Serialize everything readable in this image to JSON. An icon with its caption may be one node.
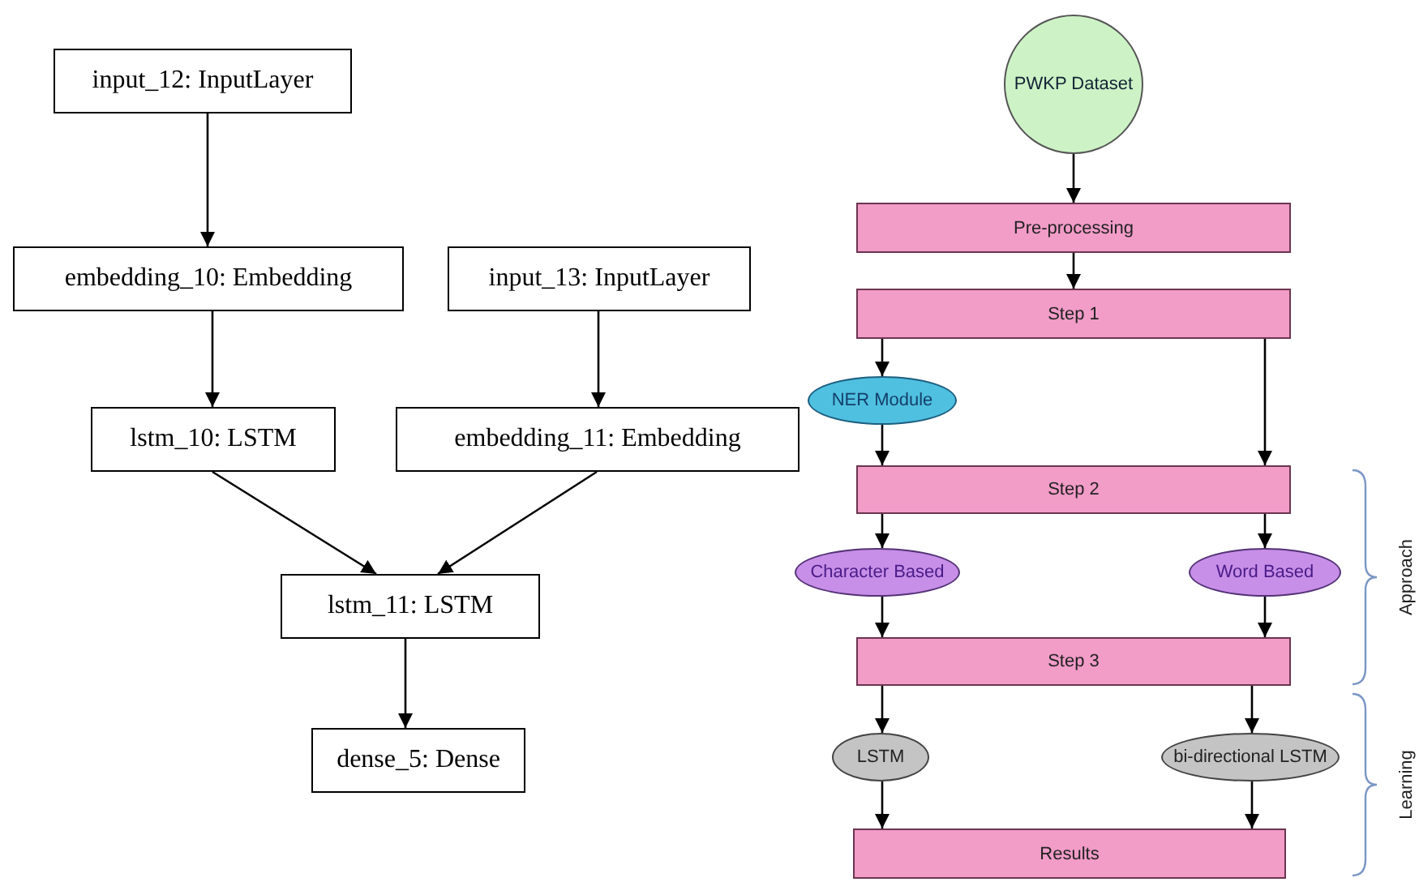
{
  "diagram": {
    "nodes": [
      {
        "text": [
          "input_12: InputLayer"
        ]
      },
      {
        "text": [
          "embedding_10: Embedding"
        ]
      },
      {
        "text": [
          "input_13: InputLayer"
        ]
      },
      {
        "text": [
          "lstm_10: LSTM"
        ]
      },
      {
        "text": [
          "embedding_11: Embedding"
        ]
      },
      {
        "text": [
          "lstm_11: LSTM"
        ]
      },
      {
        "text": [
          "dense_5: Dense"
        ]
      },
      {
        "text": [
          "PWKP Dataset"
        ]
      },
      {
        "text": [
          "Pre-processing"
        ]
      },
      {
        "text": [
          "Step 1"
        ]
      },
      {
        "text": [
          "NER Module"
        ]
      },
      {
        "text": [
          "Step 2"
        ]
      },
      {
        "text": [
          "Character Based"
        ]
      },
      {
        "text": [
          "Word Based"
        ]
      },
      {
        "text": [
          "Step 3"
        ]
      },
      {
        "text": [
          "LSTM"
        ]
      },
      {
        "text": [
          "bi-directional LSTM"
        ]
      },
      {
        "text": [
          "Results"
        ]
      }
    ],
    "edges": [
      {
        "from": 0,
        "to": 1,
        "arrow": "to"
      },
      {
        "from": 1,
        "to": 3,
        "arrow": "to"
      },
      {
        "from": 2,
        "to": 4,
        "arrow": "to"
      },
      {
        "from": 3,
        "to": 5,
        "arrow": "to"
      },
      {
        "from": 4,
        "to": 5,
        "arrow": "to"
      },
      {
        "from": 5,
        "to": 6,
        "arrow": "to"
      },
      {
        "from": 7,
        "to": 8,
        "arrow": "to"
      },
      {
        "from": 8,
        "to": 9,
        "arrow": "to"
      },
      {
        "from": 9,
        "to": 10,
        "arrow": "to"
      },
      {
        "from": 9,
        "to": 11,
        "arrow": "to"
      },
      {
        "from": 10,
        "to": 11,
        "arrow": "to"
      },
      {
        "from": 11,
        "to": 12,
        "arrow": "to"
      },
      {
        "from": 11,
        "to": 13,
        "arrow": "to"
      },
      {
        "from": 12,
        "to": 14,
        "arrow": "to"
      },
      {
        "from": 13,
        "to": 14,
        "arrow": "to"
      },
      {
        "from": 14,
        "to": 15,
        "arrow": "to"
      },
      {
        "from": 14,
        "to": 16,
        "arrow": "to"
      },
      {
        "from": 15,
        "to": 17,
        "arrow": "to"
      },
      {
        "from": 16,
        "to": 17,
        "arrow": "to"
      }
    ],
    "labels": [
      "Approach",
      "Learning"
    ]
  }
}
